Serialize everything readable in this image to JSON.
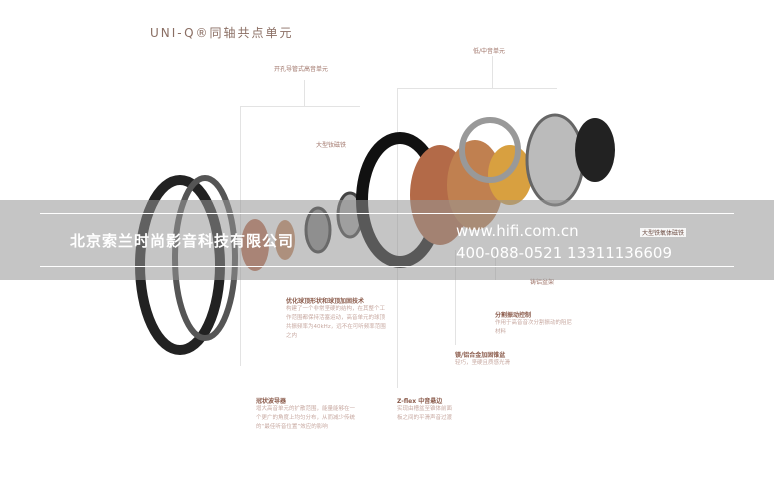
{
  "title": "UNI-Q®同轴共点单元",
  "labels": {
    "low_mid": "低/中音单元",
    "tweeter": "开孔导管式高音单元",
    "neo_magnet": "大型钕磁铁",
    "ferrite_magnet": "大型铁氧体磁铁",
    "basket": "铸铝盆架"
  },
  "callouts": {
    "dome": {
      "head": "优化球顶形状和球顶加固技术",
      "body": "构建了一个非常坚硬的结构，在其整个工作范围都保持活塞运动，高音单元的球顶共振频率为40kHz，远不在可听频率范围之内"
    },
    "waveguide": {
      "head": "冠状波导器",
      "body": "增大高音单元的扩散范围，能量能够在一个更广的角度上均匀分布，从而减少传统的“最佳听音位置”效应的影响"
    },
    "zflex": {
      "head": "Z-flex 中音悬边",
      "body": "实现由槽盆至锥体前面板之间的平滑声音过渡"
    },
    "cone": {
      "head": "镁/铝合金加固锥盆",
      "body": "轻巧，坚硬且质感光滑"
    },
    "damping": {
      "head": "分割振动控制",
      "body": "作用于高音音次分割振动的阻尼材料"
    }
  },
  "watermark": {
    "company": "北京索兰时尚影音科技有限公司",
    "url": "www.hifi.com.cn",
    "phone": "400-088-0521  13311136609"
  }
}
